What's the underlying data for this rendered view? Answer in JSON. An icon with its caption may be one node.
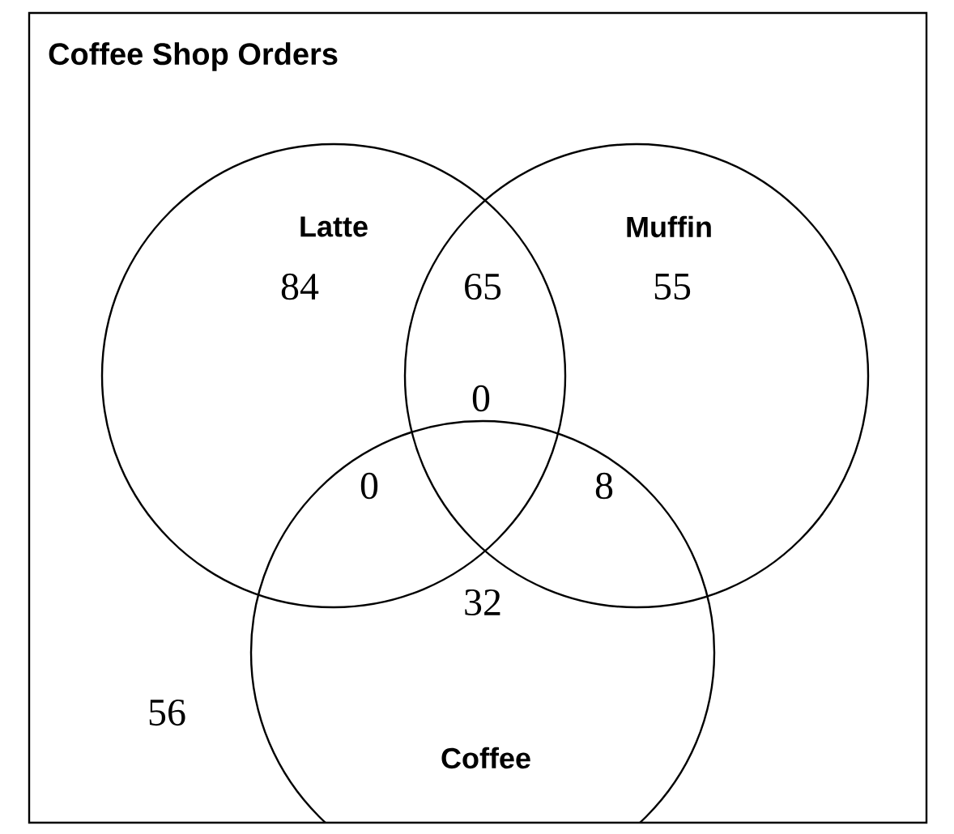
{
  "diagram": {
    "title": "Coffee Shop Orders",
    "nodes": [
      {
        "text": [
          "Latte"
        ]
      },
      {
        "text": [
          "Muffin"
        ]
      },
      {
        "text": [
          "Coffee"
        ]
      }
    ],
    "labels": [
      "84",
      "65",
      "55",
      "0",
      "0",
      "8",
      "32",
      "56"
    ]
  }
}
